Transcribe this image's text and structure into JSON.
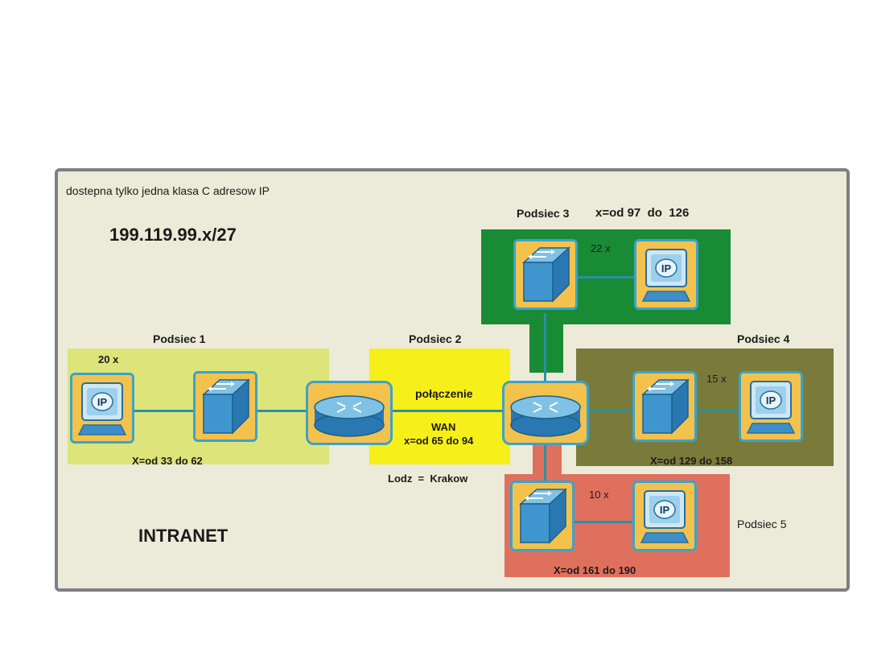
{
  "header_note": "dostepna tylko jedna klasa C adresow IP",
  "network_address": "199.119.99.x/27",
  "intranet_label": "INTRANET",
  "subnets": {
    "s1": {
      "title": "Podsiec 1",
      "hosts": "20 x",
      "range": "X=od 33 do 62"
    },
    "s2": {
      "title": "Podsiec 2",
      "line1": "połączenie",
      "line2": "WAN",
      "range": "x=od 65 do 94",
      "cities": "Lodz  =  Krakow"
    },
    "s3": {
      "title": "Podsiec 3",
      "range": "x=od 97  do  126",
      "hosts": "22 x"
    },
    "s4": {
      "title": "Podsiec 4",
      "hosts": "15 x",
      "range": "X=od 129 do 158"
    },
    "s5": {
      "title": "Podsiec 5",
      "hosts": "10 x",
      "range": "X=od 161 do 190"
    }
  },
  "ip_icon_text": "IP",
  "colors": {
    "panel_bg": "#ecebd9",
    "subnet1": "#dce47a",
    "subnet2": "#f7ef1a",
    "subnet3": "#1a8b35",
    "subnet4": "#7a7a3a",
    "subnet5": "#e0705e",
    "link": "#2c8fa5",
    "device_frame": "#3aa3cc",
    "device_bg": "#f3c24d"
  }
}
